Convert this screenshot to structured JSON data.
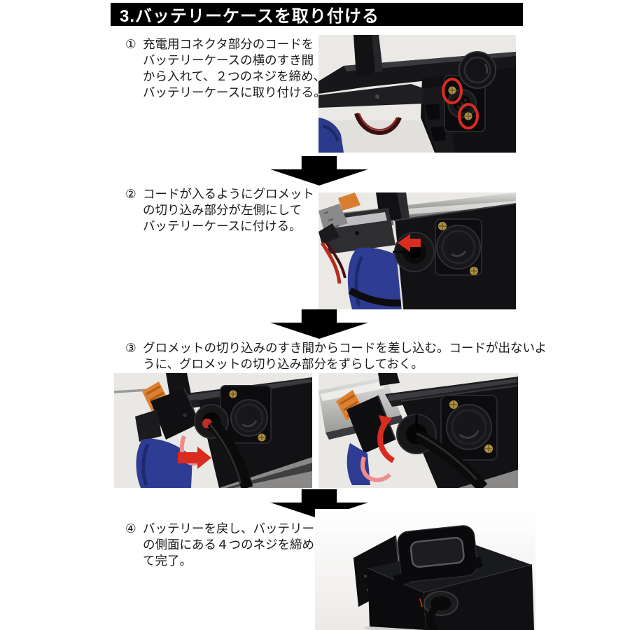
{
  "header": {
    "title": "3.バッテリーケースを取り付ける",
    "bg_color": "#000000",
    "text_color": "#ffffff"
  },
  "steps": [
    {
      "number": "①",
      "lines": [
        "充電用コネクタ部分のコードを",
        "バッテリーケースの横のすき間",
        "から入れて、２つのネジを締め、",
        "バッテリーケースに取り付ける。"
      ]
    },
    {
      "number": "②",
      "lines": [
        "コードが入るようにグロメット",
        "の切り込み部分が左側にして",
        "バッテリーケースに付ける。"
      ]
    },
    {
      "number": "③",
      "lines": [
        "グロメットの切り込みのすき間からコードを差し込む。コードが出ないよ",
        "うに、グロメットの切り込み部分をずらしておく。"
      ]
    },
    {
      "number": "④",
      "lines": [
        "バッテリーを戻し、バッテリー",
        "の側面にある４つのネジを締め",
        "て完了。"
      ]
    }
  ],
  "figures": {
    "step1_photo": "battery-case-connector-two-screws-circled",
    "step2_photo": "grommet-attached-red-arrow-left",
    "step3_photo_left": "cord-inserted-through-grommet-red-arrow-right",
    "step3_photo_right": "grommet-rotated-red-curved-arrow",
    "step4_photo": "finished-battery-box-with-handle",
    "flow_arrow": "down-arrow"
  },
  "colors": {
    "accent_red": "#d92b1e",
    "arrow_black": "#000000",
    "bag_blue": "#2e3c94",
    "fuse_orange": "#dd7f2f",
    "screw_gold": "#b09040",
    "photo_bg_gray": "#eae8e5"
  }
}
